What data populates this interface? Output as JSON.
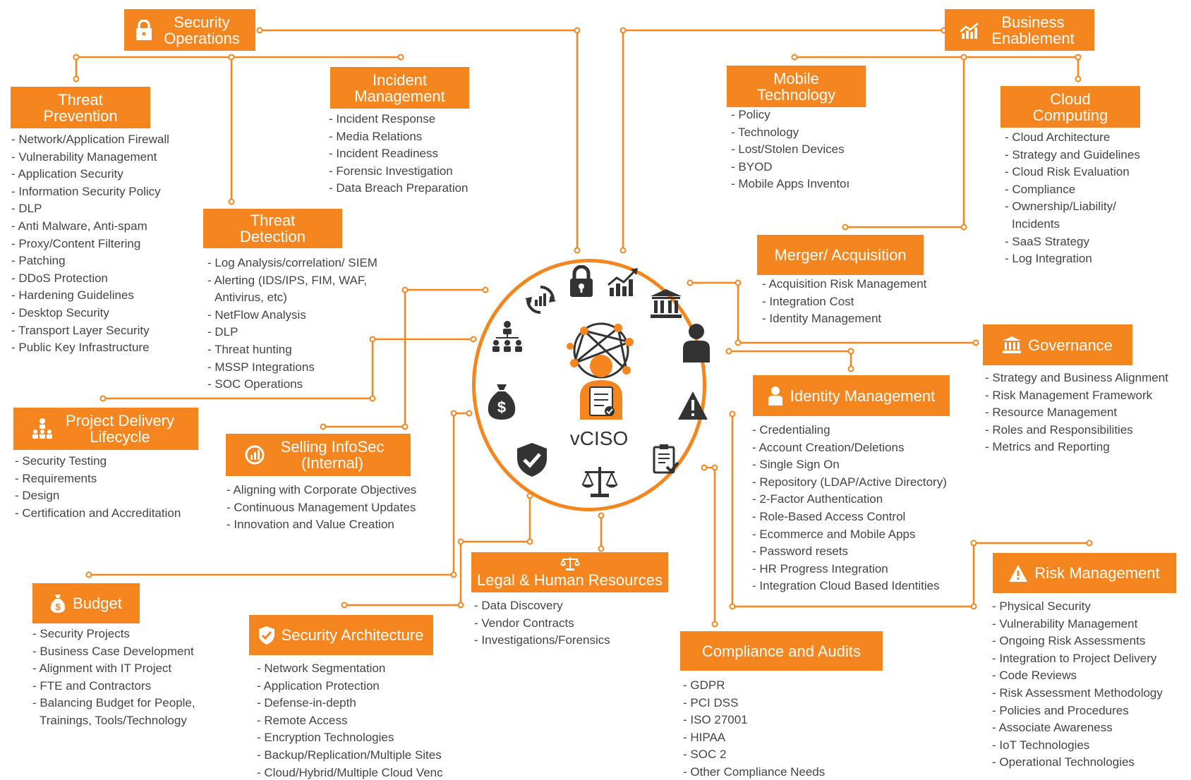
{
  "colors": {
    "accent": "#f5861f",
    "dark": "#333333",
    "text": "#444444"
  },
  "center": {
    "label": "vCISO"
  },
  "hub_icons": [
    "refresh-chart-icon",
    "lock-icon",
    "growth-chart-icon",
    "bank-icon",
    "org-chart-icon",
    "person-icon",
    "money-bag-icon",
    "warning-icon",
    "shield-check-icon",
    "scales-icon",
    "clipboard-check-icon",
    "network-person-icon"
  ],
  "sections": {
    "security_operations": {
      "title": "Security Operations",
      "icon": "lock-icon"
    },
    "business_enablement": {
      "title": "Business Enablement",
      "icon": "growth-chart-icon"
    },
    "threat_prevention": {
      "title": "Threat Prevention",
      "items": [
        "Network/Application Firewall",
        "Vulnerability Management",
        "Application Security",
        "Information Security Policy",
        "DLP",
        "Anti Malware, Anti-spam",
        "Proxy/Content Filtering",
        "Patching",
        "DDoS Protection",
        "Hardening Guidelines",
        "Desktop Security",
        "Transport Layer Security",
        "Public Key Infrastructure"
      ]
    },
    "incident_management": {
      "title": "Incident Management",
      "items": [
        "Incident Response",
        "Media Relations",
        "Incident Readiness",
        "Forensic Investigation",
        "Data Breach Preparation"
      ]
    },
    "threat_detection": {
      "title": "Threat Detection",
      "items": [
        "Log Analysis/correlation/  SIEM",
        "Alerting (IDS/IPS, FIM, WAF,",
        "Antivirus, etc)",
        "NetFlow Analysis",
        "DLP",
        "Threat hunting",
        "MSSP Integrations",
        "SOC Operations"
      ]
    },
    "mobile_technology": {
      "title": "Mobile Technology",
      "items": [
        "Policy",
        "Technology",
        "Lost/Stolen Devices",
        "BYOD",
        "Mobile Apps Inventoı"
      ]
    },
    "cloud_computing": {
      "title": "Cloud Computing",
      "items": [
        "Cloud Architecture",
        "Strategy and Guidelines",
        "Cloud Risk Evaluation",
        "Compliance",
        "Ownership/Liability/",
        "Incidents",
        "SaaS Strategy",
        "Log Integration"
      ]
    },
    "merger_acquisition": {
      "title": "Merger/ Acquisition",
      "items": [
        "Acquisition Risk Management",
        "Integration Cost",
        "Identity Management"
      ]
    },
    "governance": {
      "title": "Governance",
      "icon": "bank-icon",
      "items": [
        "Strategy and Business Alignment",
        "Risk Management Framework",
        "Resource Management",
        "Roles and Responsibilities",
        "Metrics and Reporting"
      ]
    },
    "identity_management": {
      "title": "Identity Management",
      "icon": "person-icon",
      "items": [
        "Credentialing",
        "Account Creation/Deletions",
        "Single Sign On",
        "Repository (LDAP/Active Directory)",
        "2-Factor Authentication",
        "Role-Based Access Control",
        "Ecommerce and Mobile Apps",
        "Password resets",
        "HR Progress Integration",
        "Integration Cloud Based Identities"
      ]
    },
    "project_delivery": {
      "title": "Project Delivery Lifecycle",
      "icon": "org-chart-icon",
      "items": [
        "Security Testing",
        "Requirements",
        "Design",
        "Certification and Accreditation"
      ]
    },
    "selling_infosec": {
      "title": "Selling InfoSec (Internal)",
      "icon": "refresh-chart-icon",
      "items": [
        "Aligning with Corporate Objectives",
        "Continuous Management Updates",
        "Innovation and Value Creation"
      ]
    },
    "legal_hr": {
      "title": "Legal & Human Resources",
      "icon": "scales-icon",
      "items": [
        "Data Discovery",
        "Vendor Contracts",
        "Investigations/Forensics"
      ]
    },
    "budget": {
      "title": "Budget",
      "icon": "money-bag-icon",
      "items": [
        "Security Projects",
        "Business Case Development",
        "Alignment with IT Project",
        "FTE and Contractors",
        "Balancing Budget for People,",
        "Trainings, Tools/Technology"
      ]
    },
    "security_architecture": {
      "title": "Security Architecture",
      "icon": "shield-check-icon",
      "items": [
        "Network Segmentation",
        "Application Protection",
        "Defense-in-depth",
        "Remote Access",
        "Encryption Technologies",
        "Backup/Replication/Multiple Sites",
        "Cloud/Hybrid/Multiple Cloud Venc"
      ]
    },
    "compliance_audits": {
      "title": "Compliance and Audits",
      "items": [
        "GDPR",
        "PCI DSS",
        "ISO 27001",
        "HIPAA",
        "SOC 2",
        "Other Compliance Needs"
      ]
    },
    "risk_management": {
      "title": "Risk Management",
      "icon": "warning-icon",
      "items": [
        "Physical Security",
        "Vulnerability Management",
        "Ongoing Risk Assessments",
        "Integration to Project Delivery",
        "Code Reviews",
        "Risk Assessment Methodology",
        "Policies and Procedures",
        "Associate Awareness",
        "IoT Technologies",
        "Operational Technologies"
      ]
    }
  }
}
